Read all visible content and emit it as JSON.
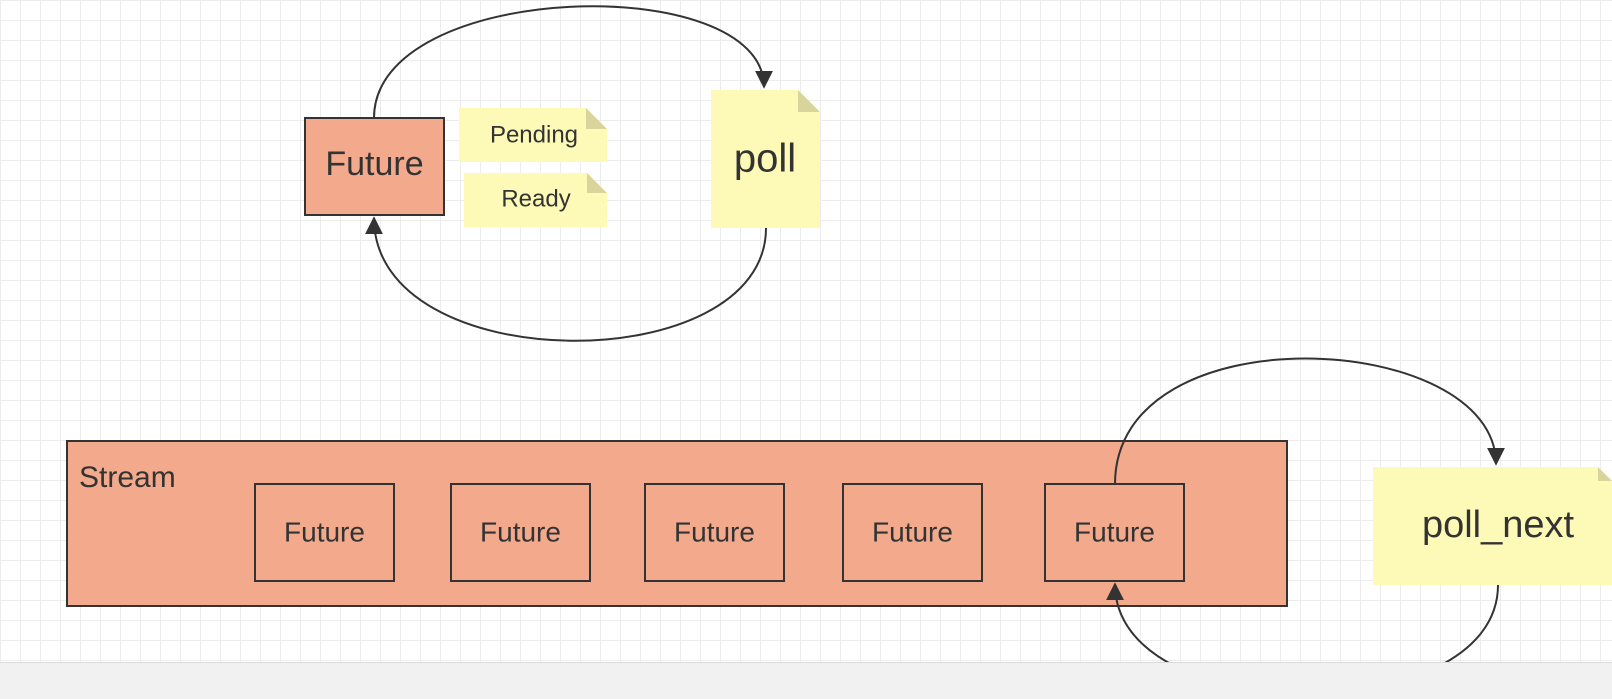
{
  "colors": {
    "future_fill": "#f2a98c",
    "box_stroke": "#333333",
    "note_fill": "#fdf9b6",
    "note_fold": "#d9d49a",
    "arrow": "#333333"
  },
  "top": {
    "future_label": "Future",
    "pending_label": "Pending",
    "ready_label": "Ready",
    "poll_label": "poll"
  },
  "bottom": {
    "stream_label": "Stream",
    "futures": [
      {
        "label": "Future"
      },
      {
        "label": "Future"
      },
      {
        "label": "Future"
      },
      {
        "label": "Future"
      },
      {
        "label": "Future"
      }
    ],
    "poll_next_label": "poll_next"
  }
}
